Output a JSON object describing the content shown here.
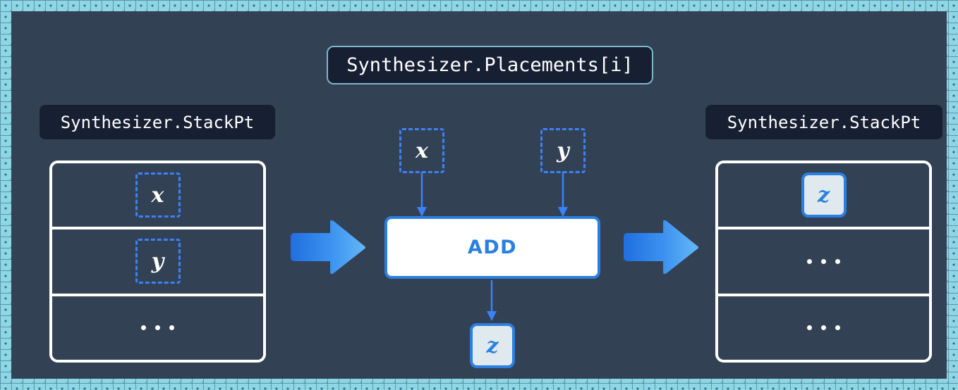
{
  "title": {
    "text": "Synthesizer.Placements[i]"
  },
  "colors": {
    "canvas_bg": "#334155",
    "frame_tile": "#8fd6e4",
    "label_bg": "#172033",
    "accent_blue": "#2a7fe0",
    "dashed_blue": "#3b82f6",
    "white": "#ffffff",
    "chip_fill": "#dfe9ee"
  },
  "left_panel": {
    "label": "Synthesizer.StackPt",
    "cells": [
      {
        "kind": "ghost-chip",
        "value": "x"
      },
      {
        "kind": "ghost-chip",
        "value": "y"
      },
      {
        "kind": "ellipsis",
        "value": "..."
      }
    ]
  },
  "right_panel": {
    "label": "Synthesizer.StackPt",
    "cells": [
      {
        "kind": "solid-chip",
        "value": "z"
      },
      {
        "kind": "ellipsis",
        "value": "..."
      },
      {
        "kind": "ellipsis",
        "value": "..."
      }
    ]
  },
  "operation": {
    "name": "ADD",
    "operands": [
      {
        "name": "operand-x",
        "value": "x"
      },
      {
        "name": "operand-y",
        "value": "y"
      }
    ],
    "result": {
      "name": "result-z",
      "value": "z"
    }
  },
  "flow_arrows": [
    {
      "name": "stack-to-op-arrow",
      "direction": "right"
    },
    {
      "name": "op-to-stack-arrow",
      "direction": "right"
    }
  ],
  "connectors": [
    {
      "name": "x-to-add-arrow",
      "from": "operand-x",
      "to": "op-box"
    },
    {
      "name": "y-to-add-arrow",
      "from": "operand-y",
      "to": "op-box"
    },
    {
      "name": "add-to-z-arrow",
      "from": "op-box",
      "to": "result-z"
    }
  ]
}
